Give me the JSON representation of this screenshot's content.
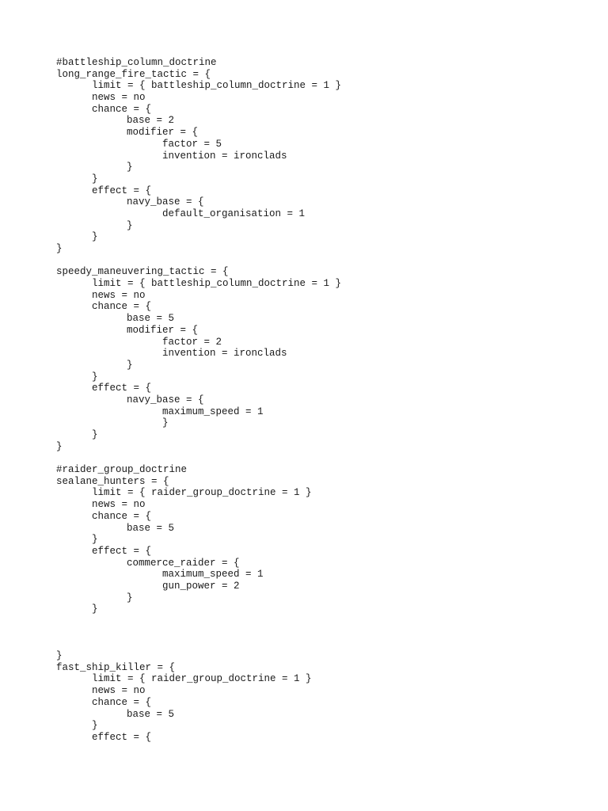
{
  "document": {
    "lines": [
      {
        "indent": 0,
        "text": "#battleship_column_doctrine"
      },
      {
        "indent": 0,
        "text": "long_range_fire_tactic = {"
      },
      {
        "indent": 1,
        "text": "limit = { battleship_column_doctrine = 1 }"
      },
      {
        "indent": 1,
        "text": "news = no"
      },
      {
        "indent": 1,
        "text": "chance = {"
      },
      {
        "indent": 2,
        "text": "base = 2"
      },
      {
        "indent": 2,
        "text": "modifier = {"
      },
      {
        "indent": 3,
        "text": "factor = 5"
      },
      {
        "indent": 3,
        "text": "invention = ironclads"
      },
      {
        "indent": 2,
        "text": "}"
      },
      {
        "indent": 1,
        "text": "}"
      },
      {
        "indent": 1,
        "text": "effect = {"
      },
      {
        "indent": 2,
        "text": "navy_base = {"
      },
      {
        "indent": 3,
        "text": "default_organisation = 1"
      },
      {
        "indent": 2,
        "text": "}"
      },
      {
        "indent": 1,
        "text": "}"
      },
      {
        "indent": 0,
        "text": "}"
      },
      {
        "indent": 0,
        "text": ""
      },
      {
        "indent": 0,
        "text": "speedy_maneuvering_tactic = {"
      },
      {
        "indent": 1,
        "text": "limit = { battleship_column_doctrine = 1 }"
      },
      {
        "indent": 1,
        "text": "news = no"
      },
      {
        "indent": 1,
        "text": "chance = {"
      },
      {
        "indent": 2,
        "text": "base = 5"
      },
      {
        "indent": 2,
        "text": "modifier = {"
      },
      {
        "indent": 3,
        "text": "factor = 2"
      },
      {
        "indent": 3,
        "text": "invention = ironclads"
      },
      {
        "indent": 2,
        "text": "}"
      },
      {
        "indent": 1,
        "text": "}"
      },
      {
        "indent": 1,
        "text": "effect = {"
      },
      {
        "indent": 2,
        "text": "navy_base = {"
      },
      {
        "indent": 3,
        "text": "maximum_speed = 1"
      },
      {
        "indent": 3,
        "text": "}"
      },
      {
        "indent": 1,
        "text": "}"
      },
      {
        "indent": 0,
        "text": "}"
      },
      {
        "indent": 0,
        "text": ""
      },
      {
        "indent": 0,
        "text": "#raider_group_doctrine"
      },
      {
        "indent": 0,
        "text": "sealane_hunters = {"
      },
      {
        "indent": 1,
        "text": "limit = { raider_group_doctrine = 1 }"
      },
      {
        "indent": 1,
        "text": "news = no"
      },
      {
        "indent": 1,
        "text": "chance = {"
      },
      {
        "indent": 2,
        "text": "base = 5"
      },
      {
        "indent": 1,
        "text": "}"
      },
      {
        "indent": 1,
        "text": "effect = {"
      },
      {
        "indent": 2,
        "text": "commerce_raider = {"
      },
      {
        "indent": 3,
        "text": "maximum_speed = 1"
      },
      {
        "indent": 3,
        "text": "gun_power = 2"
      },
      {
        "indent": 2,
        "text": "}"
      },
      {
        "indent": 1,
        "text": "}"
      },
      {
        "indent": 0,
        "text": ""
      },
      {
        "indent": 0,
        "text": ""
      },
      {
        "indent": 0,
        "text": ""
      },
      {
        "indent": 0,
        "text": "}"
      },
      {
        "indent": 0,
        "text": "fast_ship_killer = {"
      },
      {
        "indent": 1,
        "text": "limit = { raider_group_doctrine = 1 }"
      },
      {
        "indent": 1,
        "text": "news = no"
      },
      {
        "indent": 1,
        "text": "chance = {"
      },
      {
        "indent": 2,
        "text": "base = 5"
      },
      {
        "indent": 1,
        "text": "}"
      },
      {
        "indent": 1,
        "text": "effect = {"
      }
    ]
  }
}
